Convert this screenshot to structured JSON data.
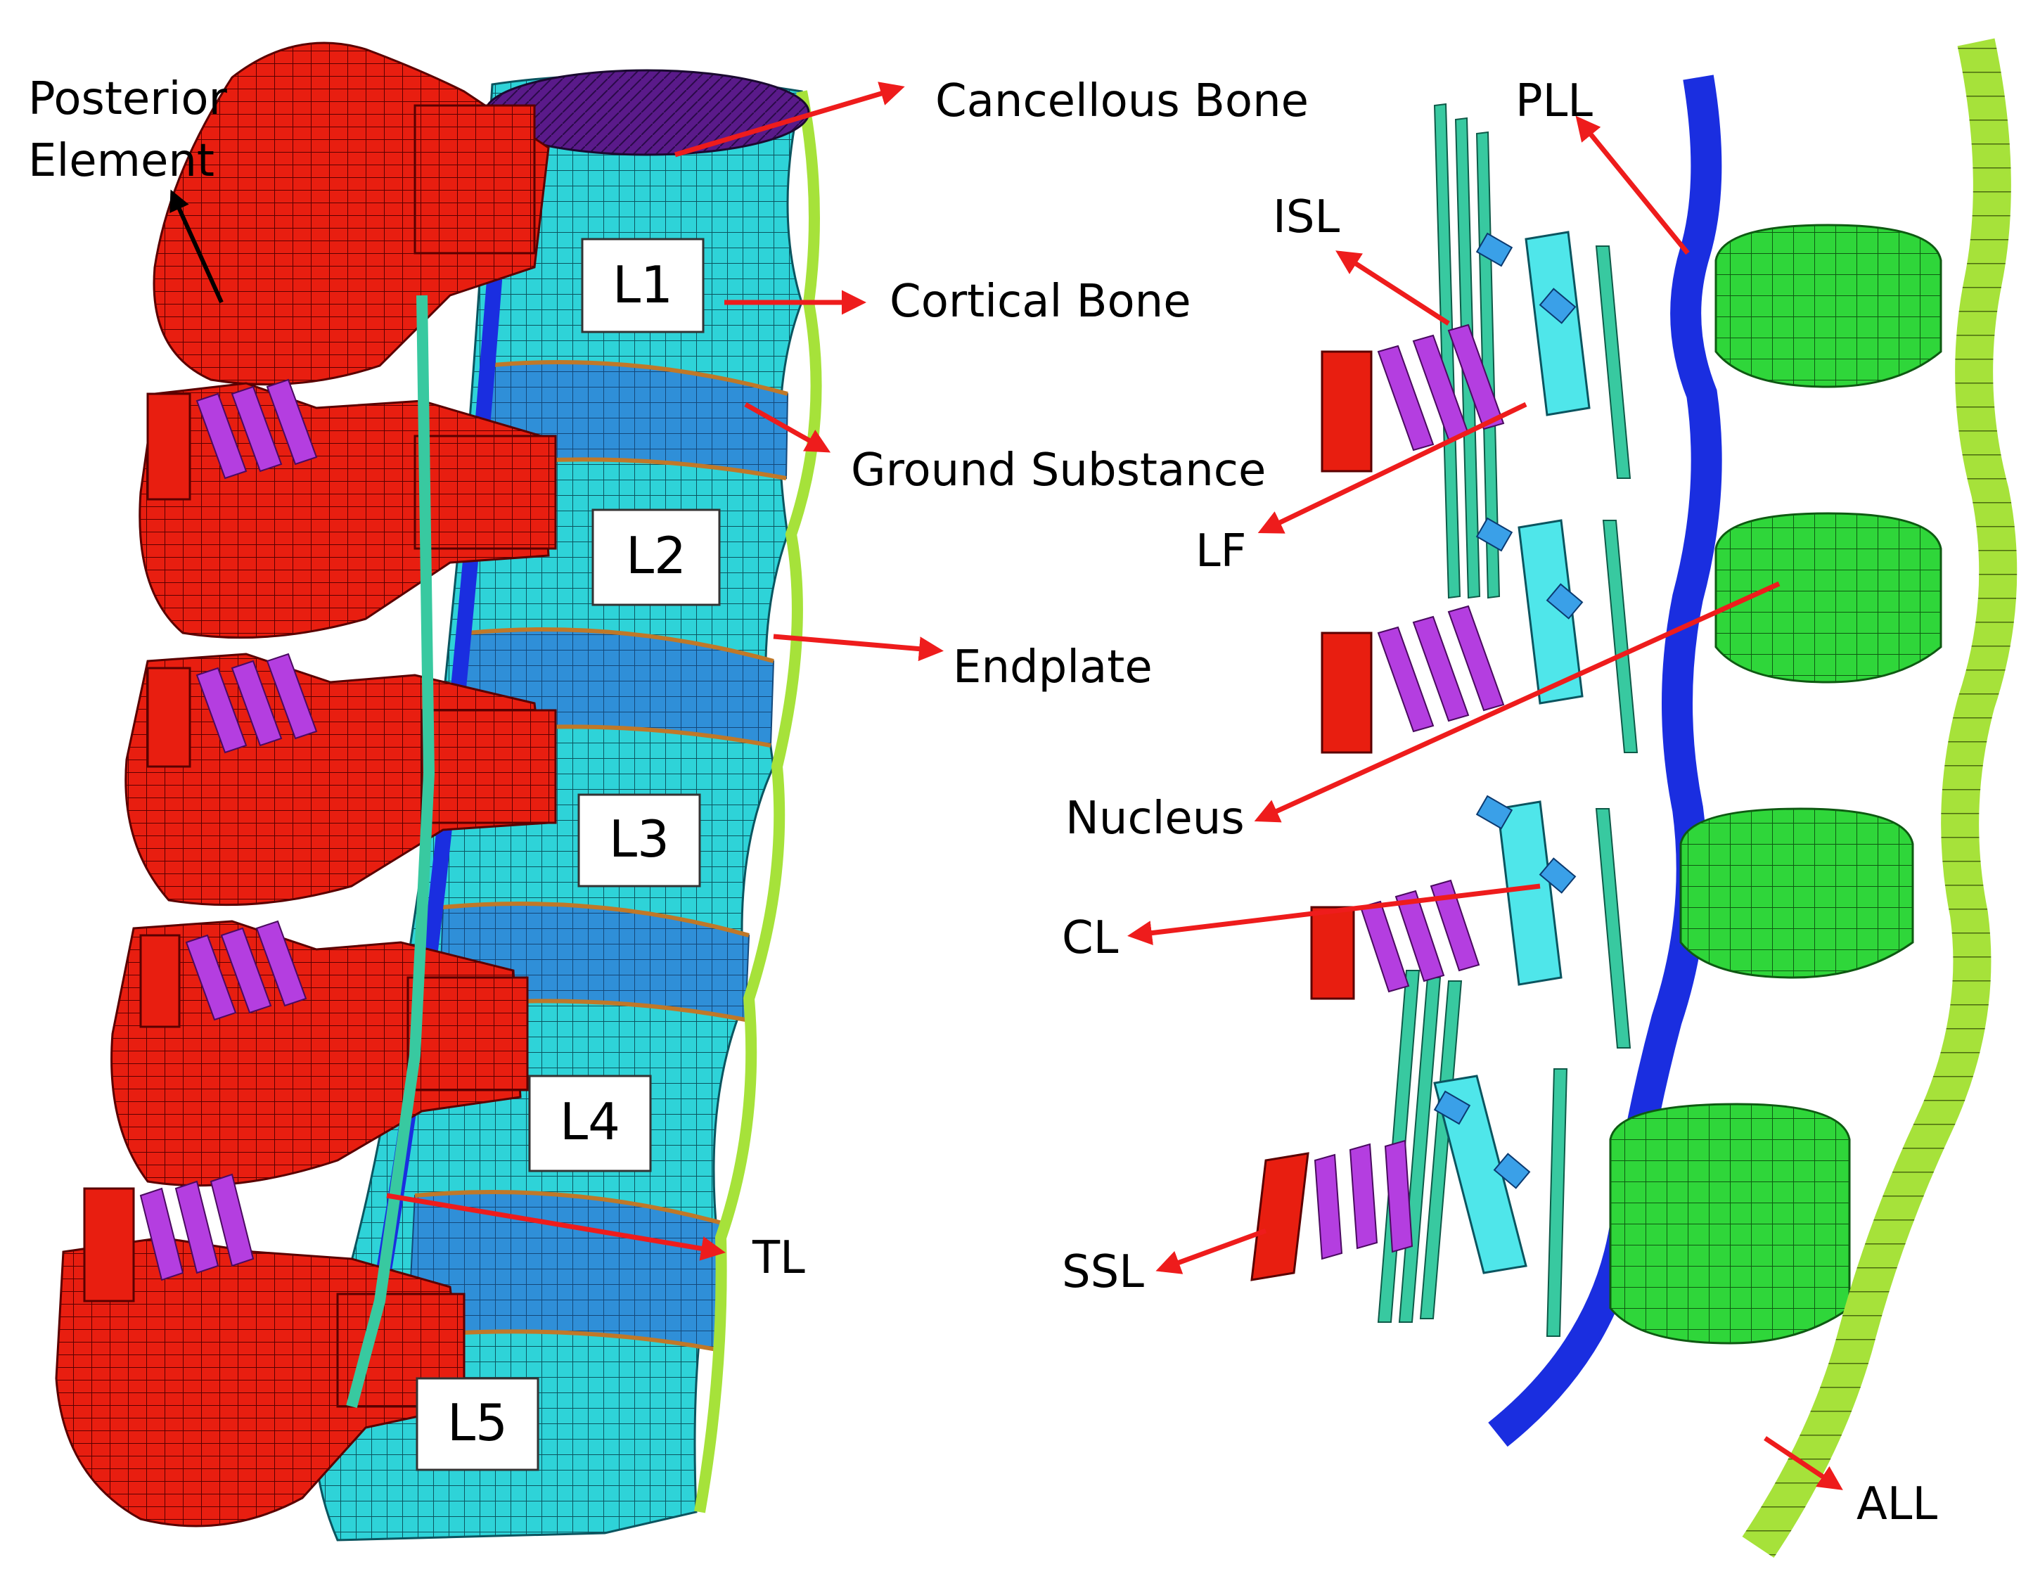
{
  "colors": {
    "posterior": "#e81e10",
    "posterior_mesh": "#5a0000",
    "cortical": "#2ed3d8",
    "cortical_mesh": "#0b5560",
    "ground_substance": "#2f8fd8",
    "endplate": "#c07828",
    "cancellous": "#5a1a8a",
    "ligament_teal": "#38c9a0",
    "ligament_purple": "#b43ee0",
    "cyan_block": "#4fe6ea",
    "pll": "#1a2ee0",
    "nucleus": "#2fd63a",
    "all": "#a6e23a",
    "arrow": "#ee1c1c"
  },
  "vertebra_labels": [
    "L1",
    "L2",
    "L3",
    "L4",
    "L5"
  ],
  "labels": {
    "posterior_element_line1": "Posterior",
    "posterior_element_line2": "Element",
    "cancellous_bone": "Cancellous Bone",
    "cortical_bone": "Cortical Bone",
    "ground_substance": "Ground Substance",
    "endplate": "Endplate",
    "tl": "TL",
    "pll": "PLL",
    "isl": "ISL",
    "lf": "LF",
    "nucleus": "Nucleus",
    "cl": "CL",
    "ssl": "SSL",
    "all": "ALL"
  }
}
